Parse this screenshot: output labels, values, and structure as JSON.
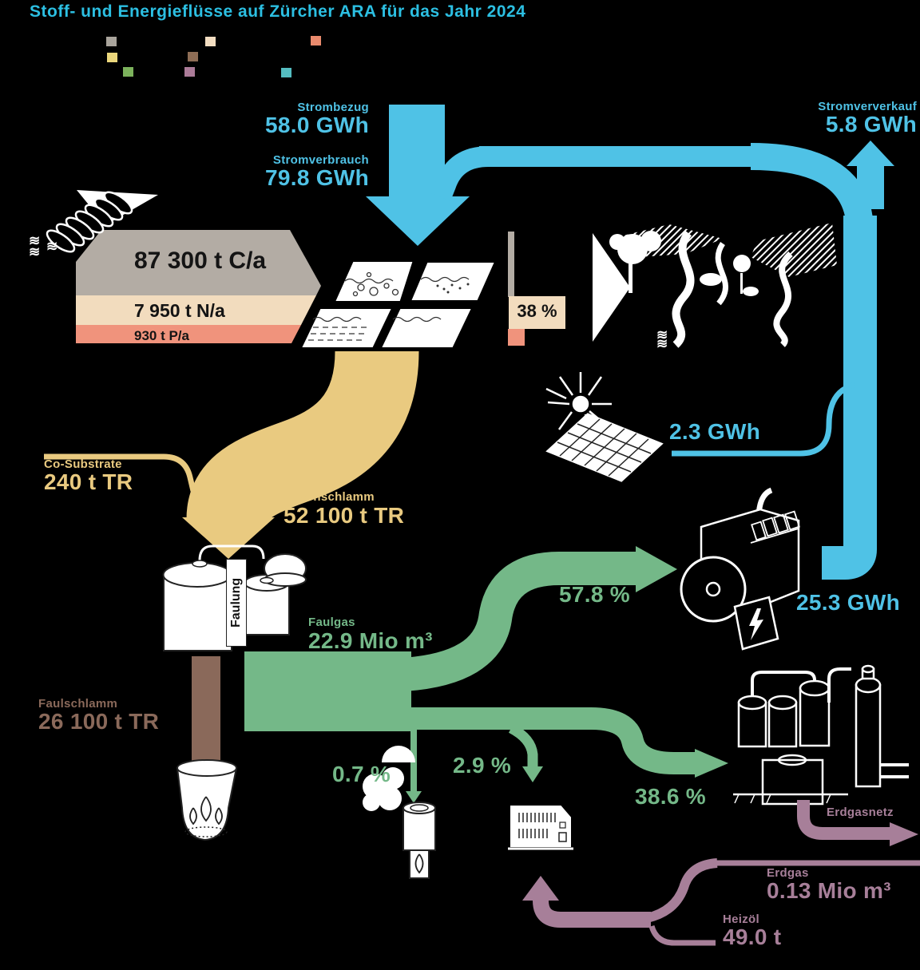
{
  "title": "Stoff- und Energieflüsse auf Zürcher ARA für das Jahr 2024",
  "legend": {
    "colors": {
      "gray": "#a9a49c",
      "cream": "#f2ddc1",
      "salmon": "#e98a6d",
      "yellow": "#ebd77c",
      "brown": "#8e6d55",
      "green": "#7cb25c",
      "purple": "#ab7b98",
      "teal": "#54bdc1"
    }
  },
  "electricity": {
    "purchase": {
      "label": "Strombezug",
      "value": "58.0 GWh"
    },
    "consumption": {
      "label": "Stromverbrauch",
      "value": "79.8 GWh"
    },
    "sale": {
      "label": "Stromververkauf",
      "value": "5.8 GWh"
    },
    "solar": {
      "value": "2.3 GWh"
    },
    "chp": {
      "value": "25.3 GWh"
    }
  },
  "influent": {
    "carbon": "87 300 t C/a",
    "nitrogen": "7 950 t N/a",
    "phosphorus": "930 t P/a",
    "removal": "38 %"
  },
  "sludge": {
    "digester_label": "Faulung",
    "co_substrate": {
      "label": "Co-Substrate",
      "value": "240 t TR"
    },
    "fresh": {
      "label": "Frischschlamm",
      "value": "52 100 t TR"
    },
    "digested": {
      "label": "Faulschlamm",
      "value": "26 100 t TR"
    }
  },
  "biogas": {
    "total": {
      "label": "Faulgas",
      "value": "22.9 Mio m³"
    },
    "to_chp": "57.8 %",
    "flared": "0.7 %",
    "to_boiler": "2.9 %",
    "to_grid": "38.6 %",
    "grid_label": "Erdgasnetz"
  },
  "fuel": {
    "natural_gas": {
      "label": "Erdgas",
      "value": "0.13 Mio m³"
    },
    "heating_oil": {
      "label": "Heizöl",
      "value": "49.0 t"
    }
  },
  "icons": {
    "wave": "≋"
  },
  "flow_colors": {
    "blue": "#4fc2e6",
    "yellow": "#e9ca80",
    "green": "#74b888",
    "brown": "#8a695a",
    "purple": "#a77f99",
    "gray_band": "#b3aca4",
    "cream_band": "#f2dcbe",
    "salmon_band": "#f0937c"
  }
}
